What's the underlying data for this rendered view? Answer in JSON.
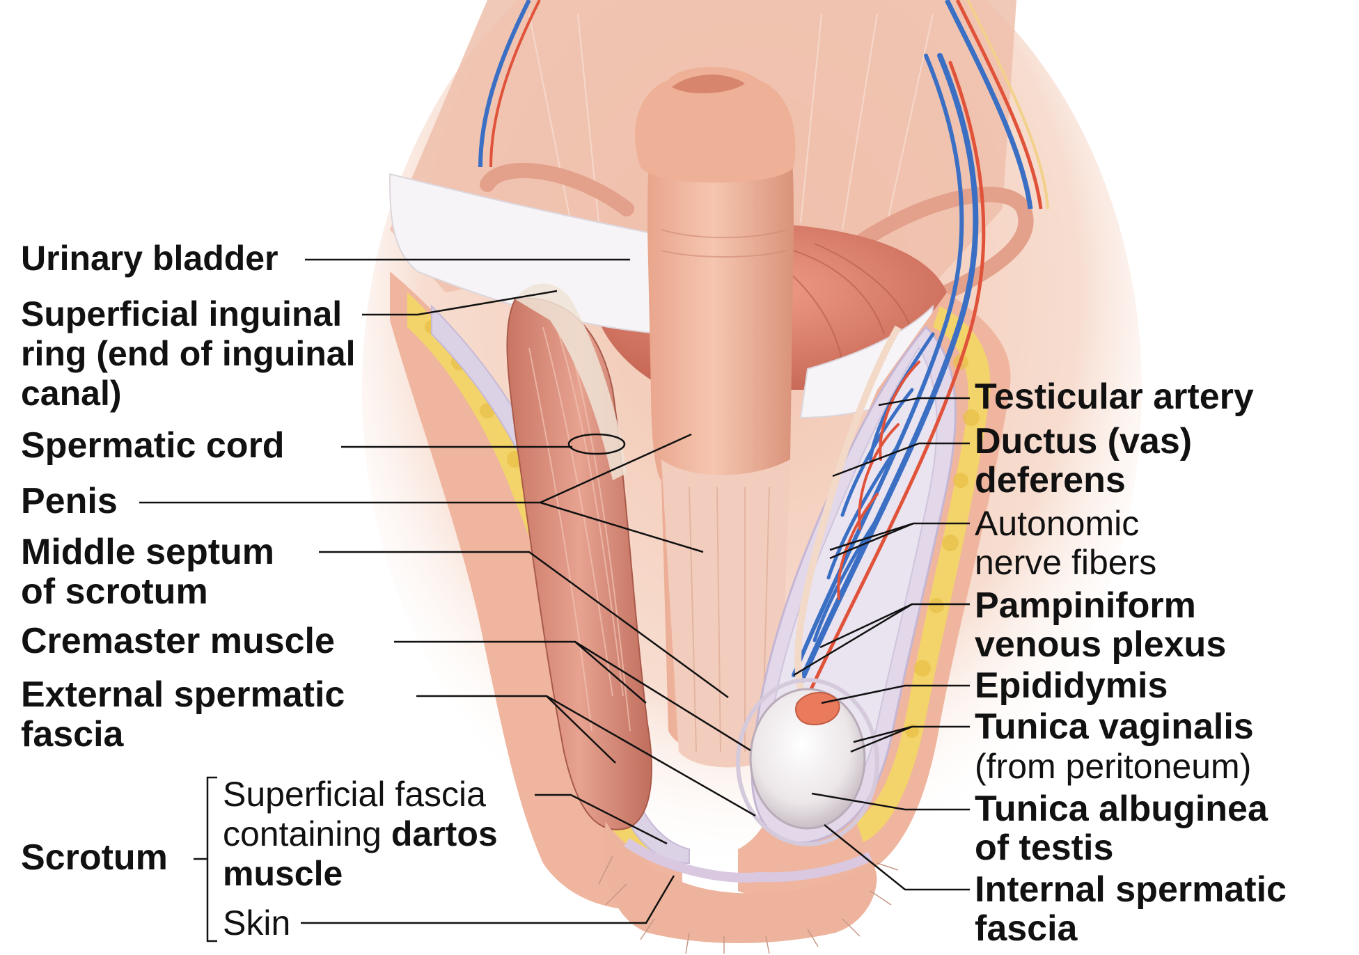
{
  "labels": {
    "urinary_bladder": "Urinary bladder",
    "superficial_inguinal_1": "Superficial inguinal",
    "superficial_inguinal_2": "ring (end of inguinal",
    "superficial_inguinal_3": "canal)",
    "spermatic_cord": "Spermatic cord",
    "penis": "Penis",
    "middle_septum_1": "Middle septum",
    "middle_septum_2": "of scrotum",
    "cremaster": "Cremaster muscle",
    "external_fascia_1": "External spermatic",
    "external_fascia_2": "fascia",
    "scrotum": "Scrotum",
    "superficial_fascia_1": "Superficial fascia",
    "superficial_fascia_2a": "containing ",
    "superficial_fascia_2b": "dartos",
    "superficial_fascia_3": "muscle",
    "skin": "Skin",
    "testicular_artery": "Testicular artery",
    "ductus_1": "Ductus (vas)",
    "ductus_2": "deferens",
    "autonomic_1": "Autonomic",
    "autonomic_2": "nerve fibers",
    "pampiniform_1": "Pampiniform",
    "pampiniform_2": "venous plexus",
    "epididymis": "Epididymis",
    "tunica_vaginalis_1": "Tunica vaginalis",
    "tunica_vaginalis_2": "(from peritoneum)",
    "tunica_albuginea_1": "Tunica albuginea",
    "tunica_albuginea_2": "of testis",
    "internal_fascia_1": "Internal spermatic",
    "internal_fascia_2": "fascia"
  },
  "colors": {
    "skin": "#f0b39b",
    "muscle": "#d98a78",
    "fat": "#f3d46a",
    "membrane": "#d9d2e6",
    "artery": "#e0533a",
    "vein": "#3a6fc4",
    "leader": "#111111"
  }
}
